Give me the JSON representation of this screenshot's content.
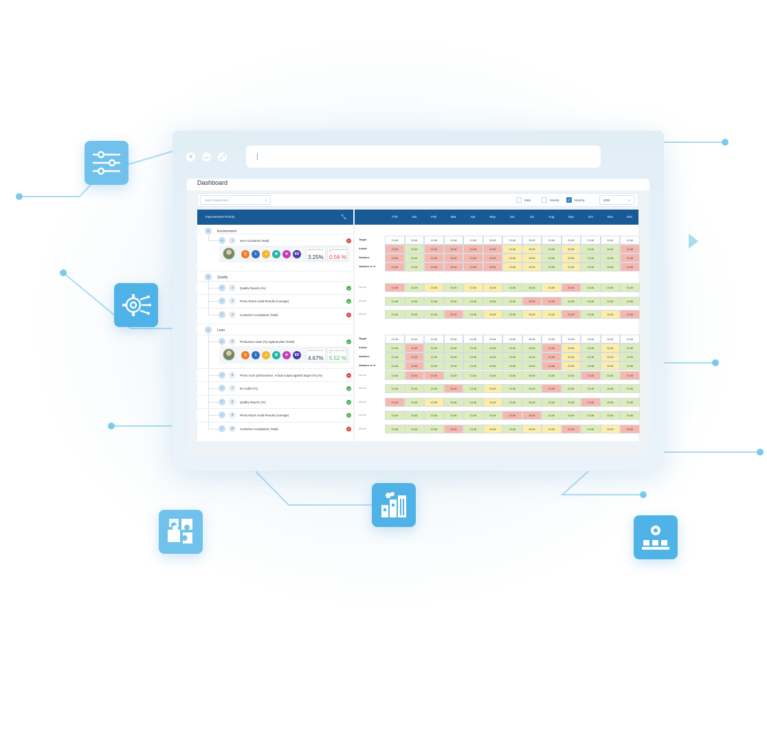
{
  "window": {
    "close_glyph": "✕",
    "minimize_glyph": "—",
    "maximize_glyph": "⤢",
    "address_value": ""
  },
  "page_title": "Dashboard",
  "filters": {
    "department_placeholder": "Select Department",
    "daily": "Daily",
    "weekly": "Weekly",
    "monthly": "Monthly",
    "monthly_checked": true,
    "year": "2020"
  },
  "tree": {
    "header": "Improvement Priority",
    "groups": [
      {
        "label": "Environment",
        "items": [
          {
            "num": "1",
            "label": "Zero Accidents (Total)",
            "status": "red",
            "expanded": true,
            "kpi": {
              "label1": "Actual % Not Yet",
              "value1": "3.25%",
              "value1_color": "dark",
              "label2": "Goal Improvement %",
              "value2": "0.56 %",
              "value2_color": "red"
            }
          }
        ]
      },
      {
        "label": "Quality",
        "items": [
          {
            "num": "2",
            "label": "Quality Rejects (%)",
            "status": "green"
          },
          {
            "num": "3",
            "label": "Press Room Audit Results (Average)",
            "status": "green"
          },
          {
            "num": "4",
            "label": "Customer Complaints (Total)",
            "status": "red"
          }
        ]
      },
      {
        "label": "Lean",
        "items": [
          {
            "num": "5",
            "label": "Production value (%) against plan (Total)",
            "status": "green",
            "expanded": true,
            "kpi": {
              "label1": "Actual % Not Yet",
              "value1": "4.67%",
              "value1_color": "dark",
              "label2": "Goal Improvement %",
              "value2": "5.52 %",
              "value2_color": "green"
            }
          },
          {
            "num": "6",
            "label": "Press room performance. Actual output against target (%) (%)",
            "status": "red"
          },
          {
            "num": "7",
            "label": "5s Audits (%)",
            "status": "green"
          },
          {
            "num": "8",
            "label": "Quality Rejects (%)",
            "status": "green"
          },
          {
            "num": "9",
            "label": "Press Room Audit Results (Average)",
            "status": "green"
          },
          {
            "num": "10",
            "label": "Customer Complaints (Total)",
            "status": "red"
          }
        ]
      }
    ],
    "kpi_icons": [
      {
        "name": "q-circle-icon",
        "glyph": "Q",
        "color": "#f07a22"
      },
      {
        "name": "number-one-icon",
        "glyph": "1",
        "color": "#2e6fc2"
      },
      {
        "name": "megaphone-icon",
        "glyph": "◂",
        "color": "#f4b62f"
      },
      {
        "name": "process-icon",
        "glyph": "⌘",
        "color": "#20b5a7"
      },
      {
        "name": "share-icon",
        "glyph": "✲",
        "color": "#c43bb8"
      },
      {
        "name": "8d-icon",
        "glyph": "8D",
        "color": "#4b3aa8"
      }
    ]
  },
  "grid": {
    "months": [
      "YTD",
      "Jan",
      "Feb",
      "Mar",
      "Apr",
      "May",
      "Jun",
      "Jul",
      "Aug",
      "Sep",
      "Oct",
      "Nov",
      "Dec"
    ],
    "value": "13.46",
    "row_labels": {
      "target": "Target",
      "actual": "Actual",
      "variance": "Variance",
      "variance_pct": "Variance In %"
    },
    "sections": {
      "env": {
        "target": "wwwwwwwwwwwww",
        "rows": [
          "rgrrrryygyggr",
          "rgrrrryygyggr",
          "rgrrrryygyggr"
        ]
      },
      "quality": [
        "rgygyyggyrggg",
        "gggggggrrgggg",
        "gggrgygyyrgyr"
      ],
      "lean": {
        "target": "wwwwwwwwwwwww",
        "rows": [
          "grggggggrygyg",
          "grggggggrygyg",
          "grggggggrygyg"
        ]
      },
      "lean_items": [
        "grrgggggggrgr",
        "gggrgyggrgggg",
        "rgyggyggggrgg",
        "ggggggrrgggg g",
        "gggrgygyyrgyr"
      ]
    }
  },
  "colors": {
    "header_blue": "#175a96",
    "accent": "#4fb3e8",
    "red_cell": "#f6b7ae",
    "green_cell": "#dcedbb",
    "yellow_cell": "#fbeeaa"
  }
}
